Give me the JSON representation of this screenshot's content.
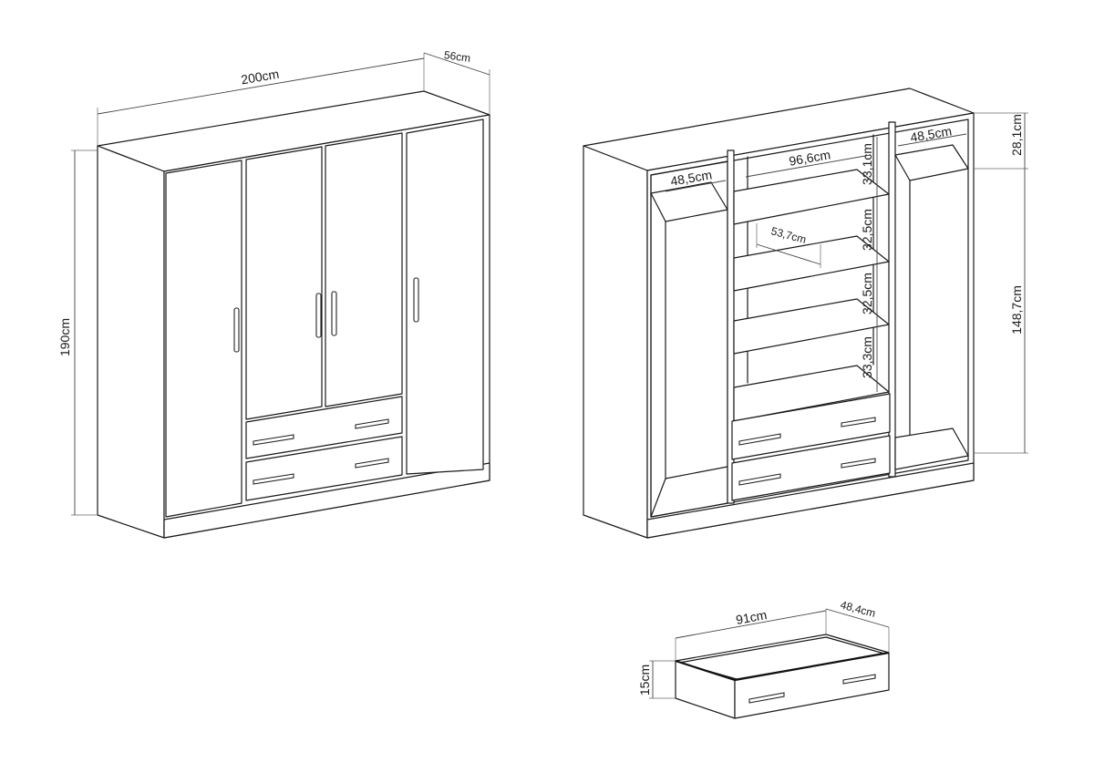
{
  "closed_wardrobe": {
    "width_label": "200cm",
    "depth_label": "56cm",
    "height_label": "190cm"
  },
  "open_wardrobe": {
    "left_compartment_width": "48,5cm",
    "center_compartment_width": "96,6cm",
    "right_compartment_width": "48,5cm",
    "shelf_depth": "53,7cm",
    "top_height": "28,1cm",
    "rail_height": "148,7cm",
    "shelf_gaps": [
      "33,1cm",
      "32,5cm",
      "32,5cm",
      "33,3cm"
    ]
  },
  "drawer": {
    "width_label": "91cm",
    "depth_label": "48,4cm",
    "height_label": "15cm"
  }
}
